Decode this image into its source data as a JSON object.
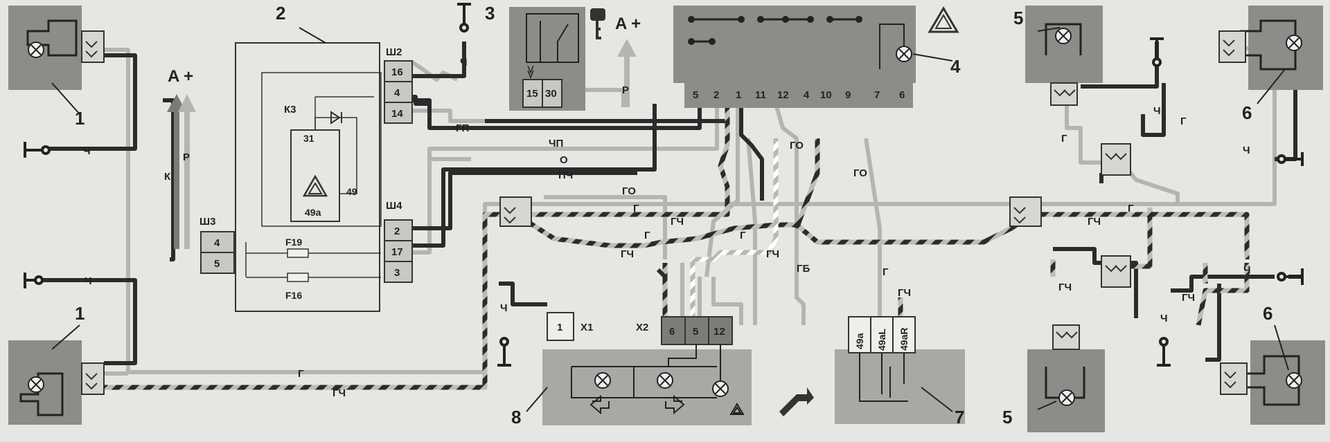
{
  "callouts": {
    "c1a": "1",
    "c1b": "1",
    "c2": "2",
    "c3": "3",
    "c4": "4",
    "c5a": "5",
    "c5b": "5",
    "c6a": "6",
    "c6b": "6",
    "c7": "7",
    "c8": "8"
  },
  "supply": {
    "a_left": "A +",
    "a_right": "A +"
  },
  "connectors": {
    "sh2": "Ш2",
    "sh3": "Ш3",
    "sh4": "Ш4",
    "x1": "X1",
    "x2": "X2",
    "k3": "К3"
  },
  "pins": {
    "sh2": [
      "16",
      "4",
      "14"
    ],
    "sh3": [
      "4",
      "5"
    ],
    "sh4": [
      "2",
      "17",
      "3"
    ],
    "ign": [
      "15",
      "30"
    ],
    "relay": [
      "5",
      "2",
      "1",
      "11",
      "12",
      "4",
      "10",
      "9",
      "7",
      "6"
    ],
    "x1": [
      "1"
    ],
    "x2": [
      "6",
      "5",
      "12"
    ],
    "sw7": [
      "49a",
      "49aL",
      "49aR"
    ],
    "k3": [
      "31",
      "49",
      "49a"
    ]
  },
  "fuses": {
    "f19": "F19",
    "f16": "F16"
  },
  "wires": {
    "ch": "Ч",
    "r": "Р",
    "k": "К",
    "g": "Г",
    "gch": "ГЧ",
    "go": "ГО",
    "gp": "ГП",
    "chp": "ЧП",
    "o": "О",
    "pch": "ПЧ",
    "gb": "ГБ"
  }
}
